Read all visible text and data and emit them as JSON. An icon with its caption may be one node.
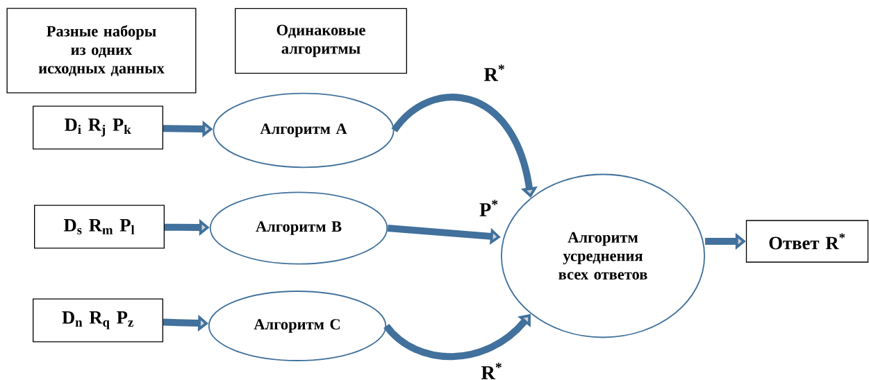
{
  "diagram": {
    "nodes": [
      {
        "text": [
          "Разные наборы из одних исходных данных"
        ]
      },
      {
        "text": [
          "Одинаковые алгоритмы"
        ]
      },
      {
        "text": [
          "D$_{i}$  R$_{j}$ P$_{k}$"
        ]
      },
      {
        "text": [
          "Алгоритм A"
        ]
      },
      {
        "text": [
          "D$_{s}$  R$_{m}$ P$_{l}$"
        ]
      },
      {
        "text": [
          "Алгоритм B"
        ]
      },
      {
        "text": [
          "D$_{n}$  R$_{q}$ P$_{z}$"
        ]
      },
      {
        "text": [
          "Алгоритм C"
        ]
      },
      {
        "text": [
          "Алгоритм усреднения всех ответов"
        ]
      },
      {
        "text": [
          "Ответ R$^{*}$"
        ]
      }
    ],
    "edges": [
      {
        "from": 2,
        "to": 3,
        "arrow": "to"
      },
      {
        "from": 4,
        "to": 5,
        "arrow": "to"
      },
      {
        "from": 6,
        "to": 7,
        "arrow": "to"
      },
      {
        "from": 3,
        "to": 8,
        "arrow": "to",
        "label": "R$^{*}$"
      },
      {
        "from": 5,
        "to": 8,
        "arrow": "to",
        "label": "P$^{*}$"
      },
      {
        "from": 7,
        "to": 8,
        "arrow": "to",
        "label": "R$^{*}$"
      },
      {
        "from": 8,
        "to": 9,
        "arrow": "to"
      }
    ]
  }
}
